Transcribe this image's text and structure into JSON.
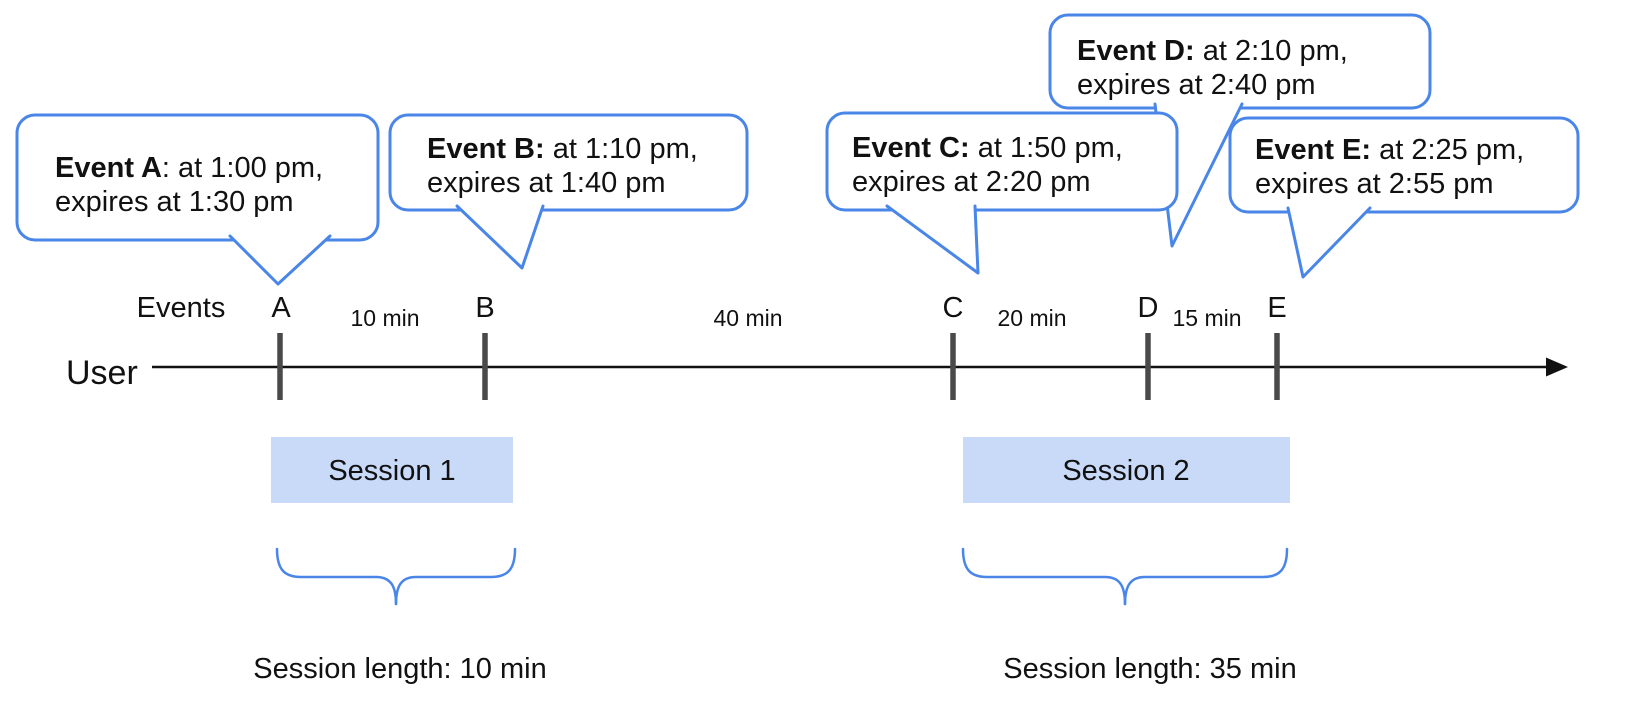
{
  "colors": {
    "accent": "#4a86e8",
    "session": "#c9daf8",
    "tick": "#4a4a4a",
    "line": "#111111",
    "text": "#111111"
  },
  "bubbles": [
    {
      "id": "A",
      "bold": "Event A",
      "rest": ": at 1:00 pm,",
      "line2": "expires at 1:30 pm"
    },
    {
      "id": "B",
      "bold": "Event B:",
      "rest": " at 1:10 pm,",
      "line2": "expires at 1:40 pm"
    },
    {
      "id": "C",
      "bold": "Event C:",
      "rest": " at 1:50 pm,",
      "line2": "expires at 2:20 pm"
    },
    {
      "id": "D",
      "bold": "Event D:",
      "rest": " at 2:10 pm,",
      "line2": "expires at 2:40 pm"
    },
    {
      "id": "E",
      "bold": "Event E:",
      "rest": " at 2:25 pm,",
      "line2": "expires at 2:55 pm"
    }
  ],
  "timeline": {
    "events_label": "Events",
    "row_label": "User",
    "ticks": [
      "A",
      "B",
      "C",
      "D",
      "E"
    ],
    "gaps": [
      "10 min",
      "40 min",
      "20 min",
      "15 min"
    ]
  },
  "sessions": [
    {
      "label": "Session 1",
      "length_label": "Session length: 10 min"
    },
    {
      "label": "Session 2",
      "length_label": "Session length: 35 min"
    }
  ]
}
